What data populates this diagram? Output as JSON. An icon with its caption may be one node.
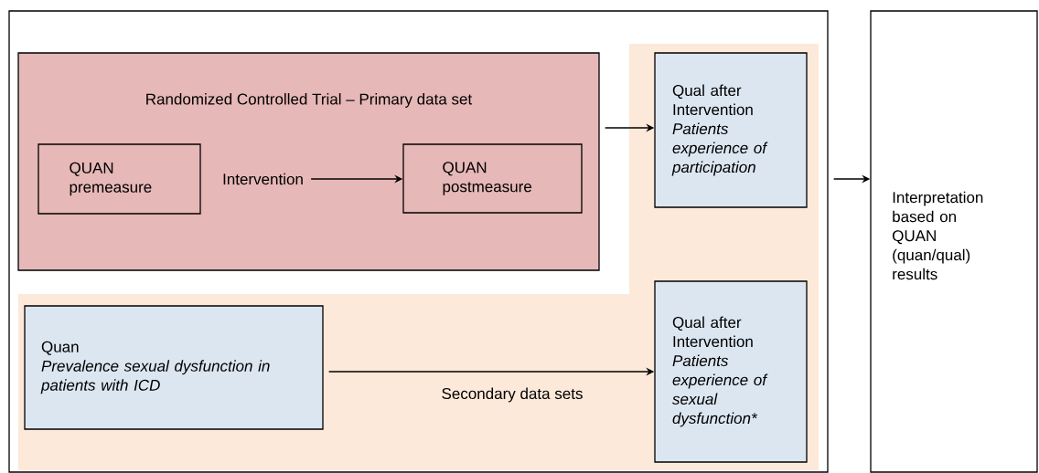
{
  "diagram": {
    "nodes": [
      {
        "text": [],
        "shape": "box"
      },
      {
        "text": [
          "Randomized Controlled Trial – Primary data set"
        ],
        "in": 0
      },
      {
        "text": [
          "QUAN premeasure"
        ],
        "in": 1
      },
      {
        "text": [
          "Intervention"
        ],
        "in": 1
      },
      {
        "text": [
          "QUAN postmeasure"
        ],
        "in": 1
      },
      {
        "text": [
          "Secondary data sets"
        ],
        "in": 0
      },
      {
        "text": [
          "Qual after Intervention",
          "Patients experience of participation"
        ],
        "in": 5
      },
      {
        "text": [
          "Quan",
          "Prevalence sexual dysfunction in patients with ICD"
        ],
        "in": 5
      },
      {
        "text": [
          "Qual after Intervention",
          "Patients experience of sexual dysfunction*"
        ],
        "in": 5
      },
      {
        "text": [
          "Interpretation based on QUAN (quan/qual) results"
        ]
      }
    ],
    "edges": [
      {
        "from": 3,
        "to": 4,
        "arrow": "to"
      },
      {
        "from": 1,
        "to": 6,
        "arrow": "to"
      },
      {
        "from": 7,
        "to": 8,
        "arrow": "to"
      },
      {
        "from": 0,
        "to": 9,
        "arrow": "to"
      }
    ]
  }
}
